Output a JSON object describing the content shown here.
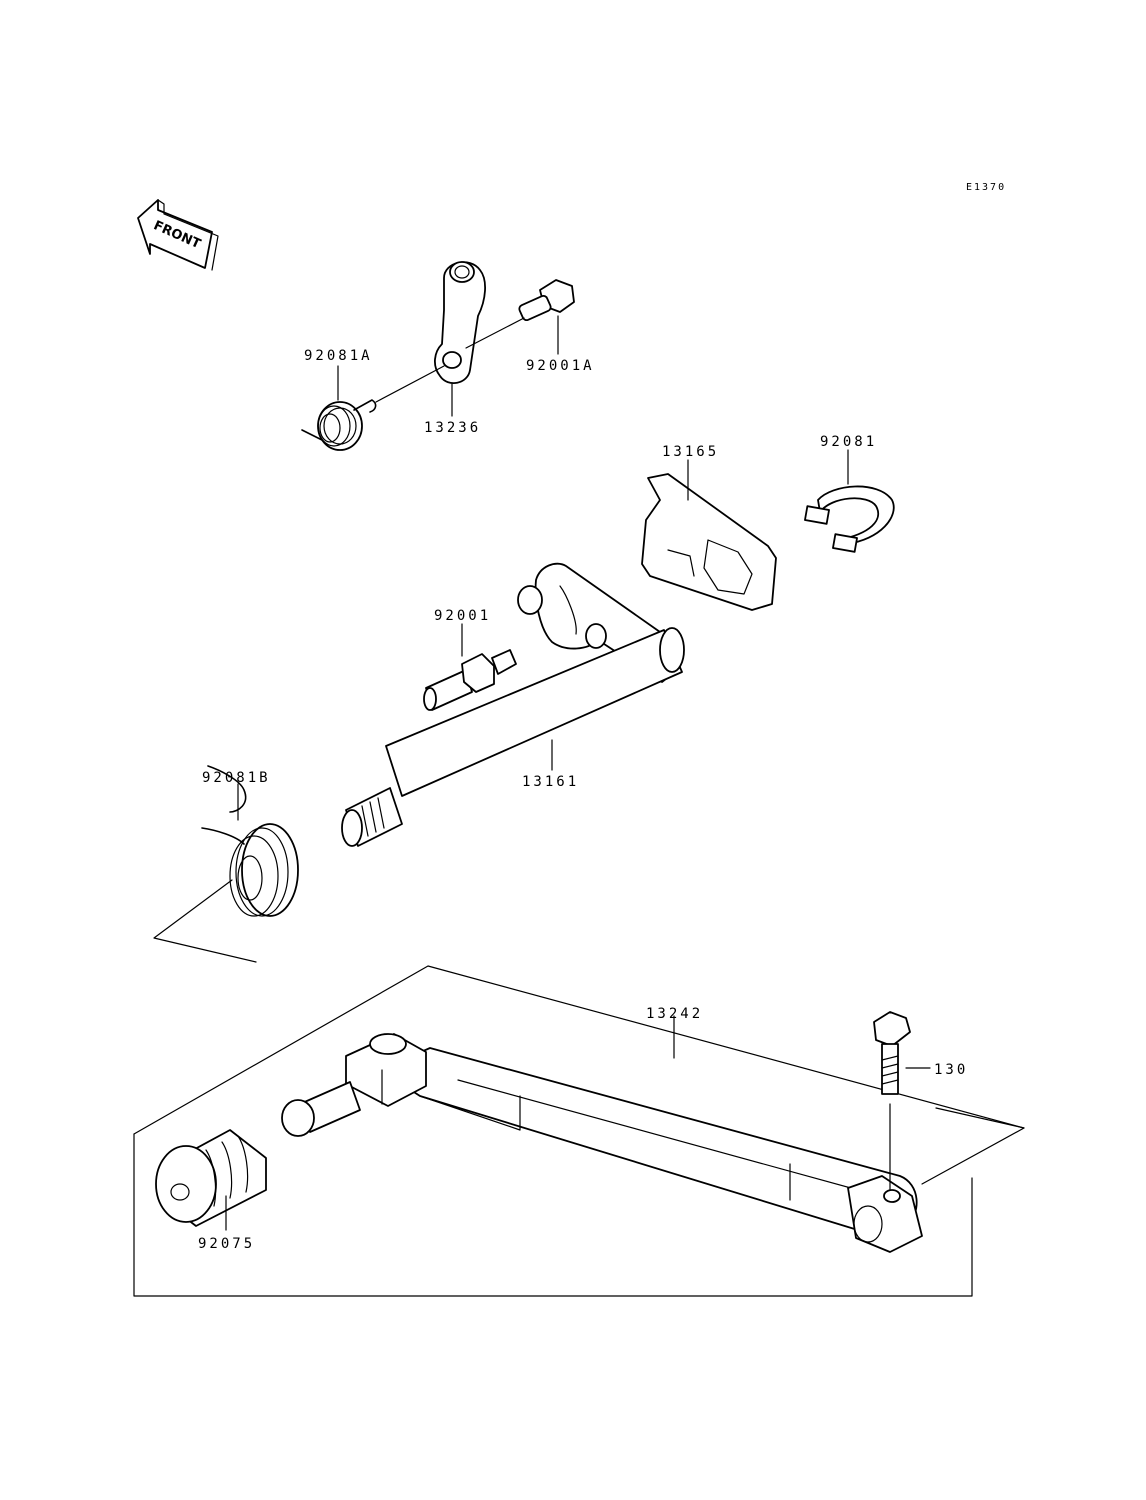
{
  "diagram_code": "E1370",
  "front_arrow": {
    "label": "FRONT"
  },
  "parts": [
    {
      "number": "92081A"
    },
    {
      "number": "92001A"
    },
    {
      "number": "13236"
    },
    {
      "number": "13165"
    },
    {
      "number": "92081"
    },
    {
      "number": "92001"
    },
    {
      "number": "13161"
    },
    {
      "number": "92081B"
    },
    {
      "number": "13242"
    },
    {
      "number": "130"
    },
    {
      "number": "92075"
    }
  ]
}
